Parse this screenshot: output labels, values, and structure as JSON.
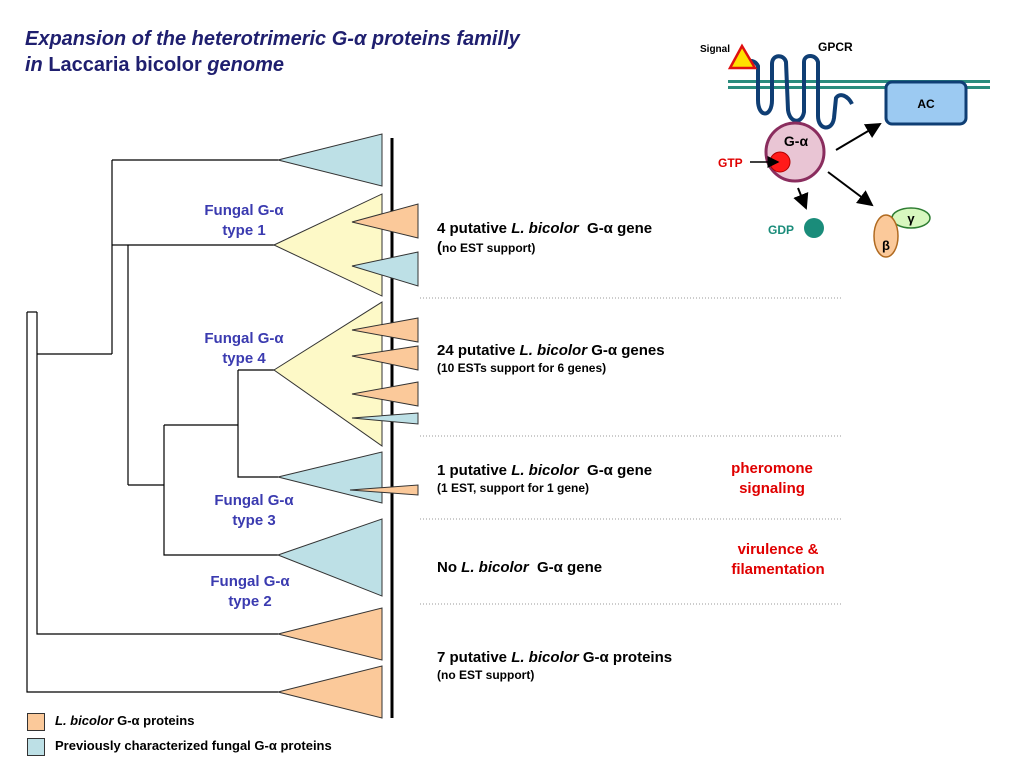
{
  "title": {
    "line1_a": "Expansion of the heterotrimeric G-",
    "line1_alpha": "α",
    "line1_b": " proteins familly",
    "line2_a": "in ",
    "line2_species": "Laccaria bicolor",
    "line2_b": " genome"
  },
  "clades": {
    "type1": {
      "line1": "Fungal G-α",
      "line2": "type 1"
    },
    "type4": {
      "line1": "Fungal G-α",
      "line2": "type 4"
    },
    "type3": {
      "line1": "Fungal G-α",
      "line2": "type 3"
    },
    "type2": {
      "line1": "Fungal G-α",
      "line2": "type 2"
    }
  },
  "rows": [
    {
      "count": "4 putative ",
      "species": "L. bicolor",
      "rest": "  G-α gene",
      "sub_paren": "(",
      "sub": "no EST support)"
    },
    {
      "count": "24 putative ",
      "species": "L. bicolor",
      "rest": " G-α genes",
      "sub_paren": "",
      "sub": "(10 ESTs support for 6 genes)"
    },
    {
      "count": "1 putative ",
      "species": "L. bicolor",
      "rest": "  G-α gene",
      "sub_paren": "",
      "sub": "(1 EST, support for 1 gene)"
    },
    {
      "count": "No ",
      "species": "L. bicolor",
      "rest": "  G-α gene",
      "sub_paren": "",
      "sub": ""
    },
    {
      "count": "7 putative ",
      "species": "L. bicolor",
      "rest": " G-α proteins",
      "sub_paren": "",
      "sub": "(no EST support)"
    }
  ],
  "notes": {
    "pheromone": {
      "line1": "pheromone",
      "line2": "signaling"
    },
    "virulence": {
      "line1": "virulence &",
      "line2": "filamentation"
    }
  },
  "pathway": {
    "signal": "Signal",
    "gpcr": "GPCR",
    "ac": "AC",
    "galpha": "G-α",
    "gtp": "GTP",
    "gdp": "GDP",
    "gamma": "γ",
    "beta": "β"
  },
  "legend": {
    "item1_species": "L. bicolor",
    "item1_rest": " G-α proteins",
    "item2": "Previously characterized fungal G-α proteins"
  },
  "colors": {
    "lbicolor": "#fbc99a",
    "previous": "#bde0e6",
    "clade_expansion": "#fdf9c7",
    "clade_label": "#3b3bb0",
    "note_red": "#e00000",
    "membrane": "#2a8c7d",
    "gpcr_blue": "#0f3e74",
    "ac_fill": "#9ccaf2",
    "galpha_fill": "#e9c5d4",
    "gtp_red": "#ff1a1a",
    "gdp_teal": "#1a8c7a",
    "gamma_green": "#d8f7bf",
    "beta_orange": "#fbc99a",
    "signal_yellow": "#ffe000"
  }
}
